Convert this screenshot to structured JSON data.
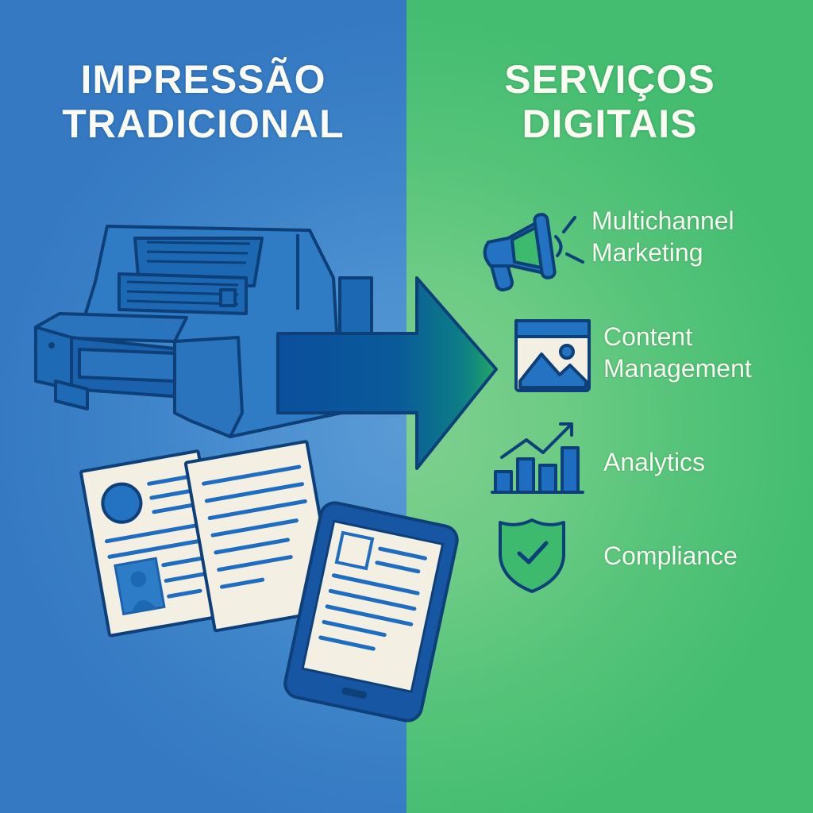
{
  "left_panel": {
    "title_line1": "IMPRESSÃO",
    "title_line2": "TRADICIONAL",
    "icons": [
      "printing-press-icon",
      "document-icon",
      "resume-document-icon",
      "tablet-icon"
    ],
    "color": "#3a80c6"
  },
  "arrow": {
    "icon": "arrow-right-icon",
    "from_color": "#0b4f9c",
    "to_color": "#22a766"
  },
  "right_panel": {
    "title_line1": "SERVIÇOS",
    "title_line2": "DIGITAIS",
    "color": "#4cc075",
    "services": [
      {
        "label_line1": "Multichannel",
        "label_line2": "Marketing",
        "icon": "megaphone-icon"
      },
      {
        "label_line1": "Content",
        "label_line2": "Management",
        "icon": "image-window-icon"
      },
      {
        "label_line1": "Analytics",
        "label_line2": "",
        "icon": "bar-chart-icon"
      },
      {
        "label_line1": "Compliance",
        "label_line2": "",
        "icon": "shield-check-icon"
      }
    ]
  }
}
